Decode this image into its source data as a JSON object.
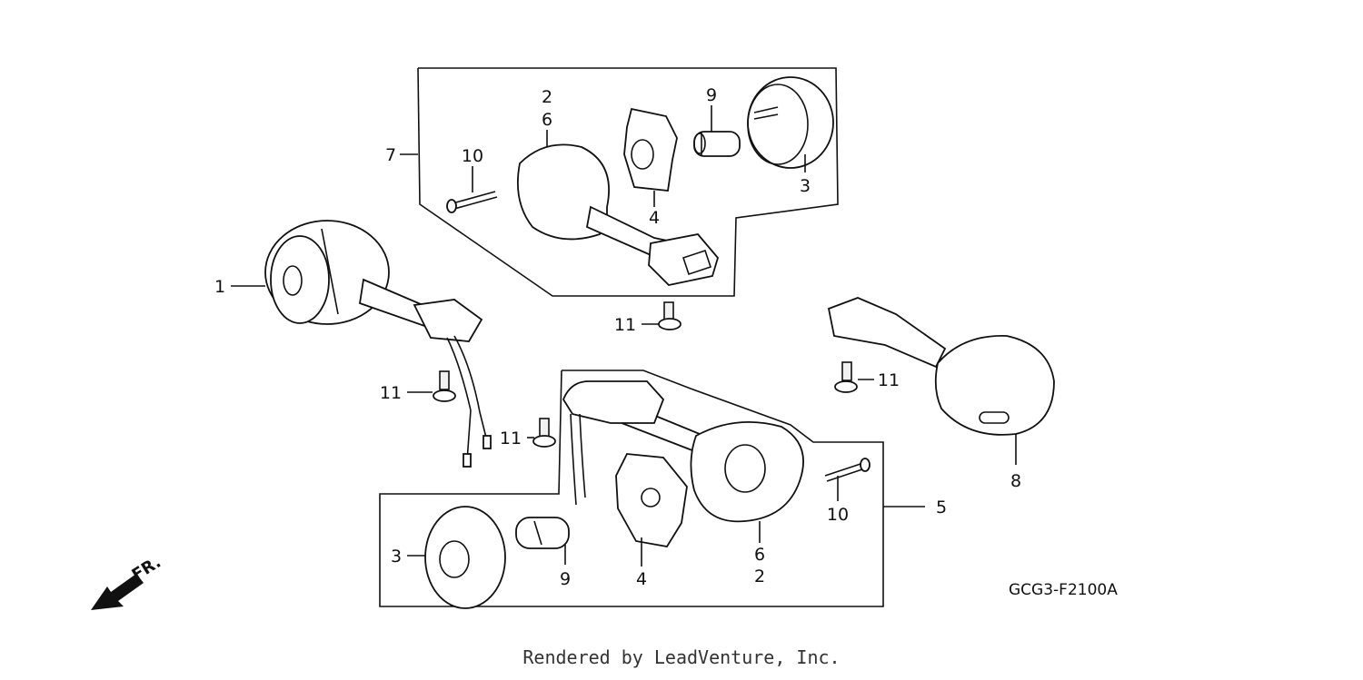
{
  "diagram": {
    "callouts": {
      "top_2": "2",
      "top_6": "6",
      "top_9": "9",
      "top_7": "7",
      "top_10": "10",
      "top_3": "3",
      "top_4": "4",
      "left_1": "1",
      "mid_11": "11",
      "right_11": "11",
      "left_11": "11",
      "low_11": "11",
      "right_8": "8",
      "bot_10": "10",
      "bot_5": "5",
      "bot_3": "3",
      "bot_9": "9",
      "bot_4": "4",
      "bot_6": "6",
      "bot_2": "2"
    },
    "direction_label": "FR.",
    "diagram_code": "GCG3-F2100A"
  },
  "footer": {
    "text": "Rendered by LeadVenture, Inc."
  }
}
